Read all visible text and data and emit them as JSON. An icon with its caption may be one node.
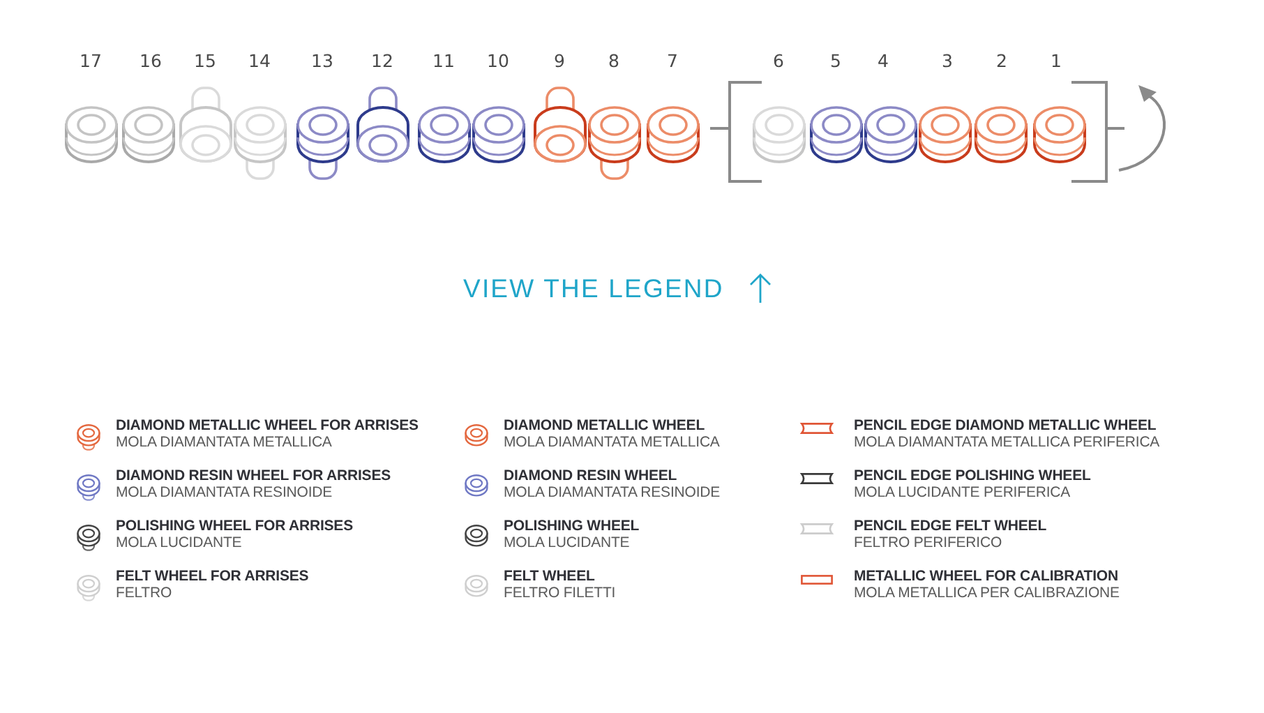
{
  "diagram": {
    "labels": [
      "17",
      "16",
      "15",
      "14",
      "13",
      "12",
      "11",
      "10",
      "9",
      "8",
      "7",
      "6",
      "5",
      "4",
      "3",
      "2",
      "1",
      "VIEW THE LEGEND"
    ],
    "legend": [
      {
        "text": "**DIAMOND METALLIC WHEEL FOR ARRISES** MOLA DIAMANTATA METALLICA"
      },
      {
        "text": "**DIAMOND RESIN WHEEL FOR ARRISES** MOLA DIAMANTATA RESINOIDE"
      },
      {
        "text": "**POLISHING WHEEL FOR ARRISES** MOLA LUCIDANTE"
      },
      {
        "text": "**FELT WHEEL FOR ARRISES** FELTRO"
      },
      {
        "text": "**DIAMOND METALLIC WHEEL** MOLA DIAMANTATA METALLICA"
      },
      {
        "text": "**DIAMOND RESIN WHEEL** MOLA DIAMANTATA RESINOIDE"
      },
      {
        "text": "**POLISHING WHEEL** MOLA LUCIDANTE"
      },
      {
        "text": "**FELT WHEEL** FELTRO FILETTI"
      },
      {
        "text": "**PENCIL EDGE DIAMOND METALLIC WHEEL** MOLA DIAMANTATA METALLICA PERIFERICA"
      },
      {
        "text": "**PENCIL EDGE POLISHING WHEEL** MOLA LUCIDANTE PERIFERICA"
      },
      {
        "text": "**PENCIL EDGE FELT WHEEL** FELTRO PERIFERICO"
      },
      {
        "text": "**METALLIC WHEEL FOR CALIBRATION** MOLA METALLICA PER CALIBRAZIONE"
      }
    ]
  }
}
